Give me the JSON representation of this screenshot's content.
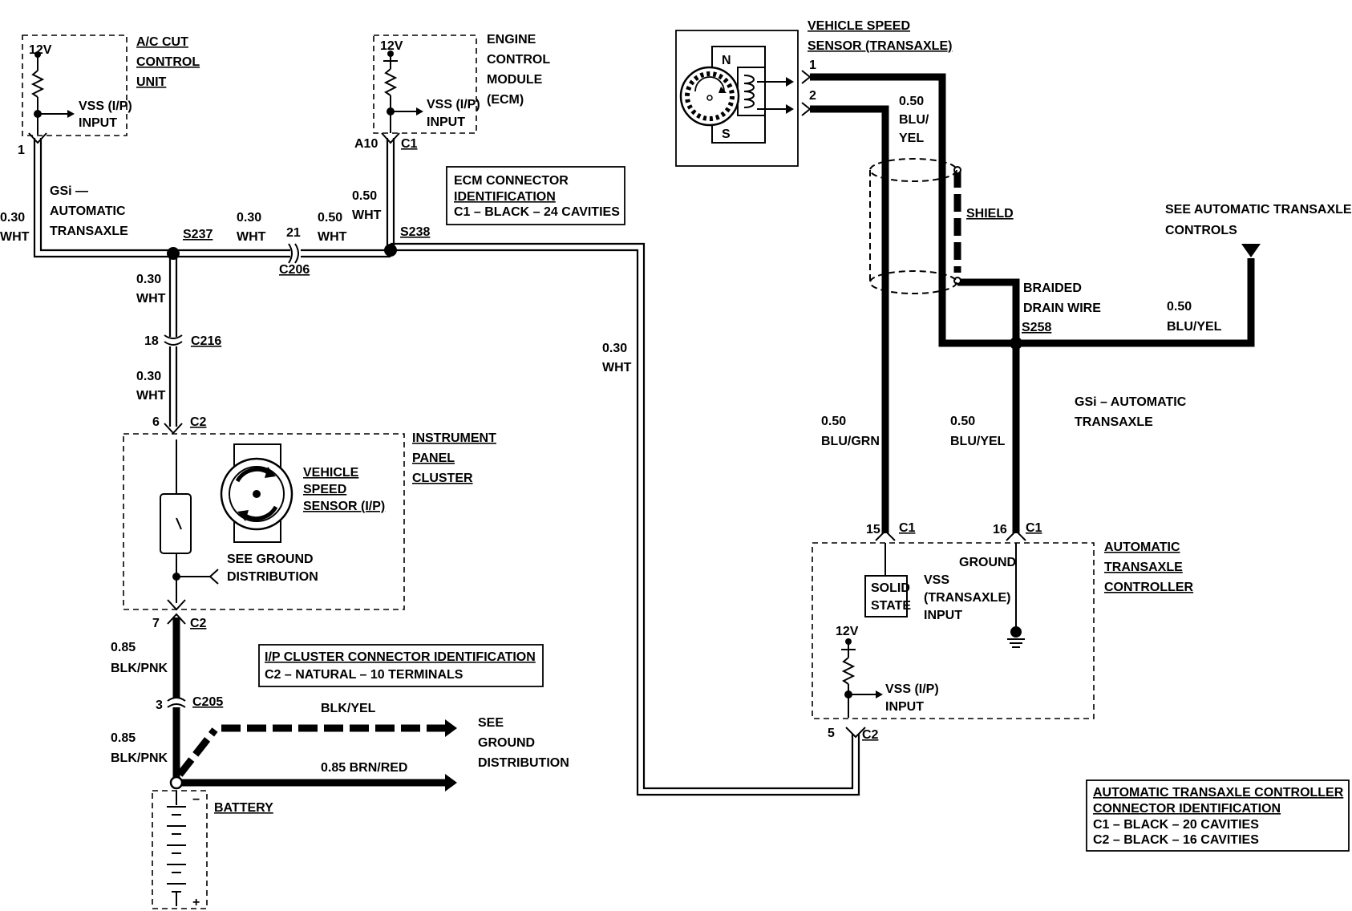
{
  "components": {
    "ac_cut": {
      "title": [
        "A/C CUT",
        "CONTROL",
        "UNIT"
      ],
      "v12": "12V",
      "input": [
        "VSS (I/P)",
        "INPUT"
      ],
      "pin": "1"
    },
    "ecm": {
      "title": [
        "ENGINE",
        "CONTROL",
        "MODULE",
        "(ECM)"
      ],
      "v12": "12V",
      "input": [
        "VSS (I/P)",
        "INPUT"
      ],
      "pin": "A10",
      "conn": "C1"
    },
    "vss_transaxle": {
      "title": [
        "VEHICLE SPEED",
        "SENSOR (TRANSAXLE)"
      ],
      "pin1": "1",
      "pin2": "2",
      "pole_n": "N",
      "pole_s": "S"
    },
    "cluster": {
      "title": [
        "INSTRUMENT",
        "PANEL",
        "CLUSTER"
      ],
      "sensor": [
        "VEHICLE",
        "SPEED",
        "SENSOR (I/P)"
      ],
      "ground": [
        "SEE GROUND",
        "DISTRIBUTION"
      ],
      "pin_top": "6",
      "conn_top": "C2",
      "pin_bot": "7",
      "conn_bot": "C2"
    },
    "controller": {
      "title": [
        "AUTOMATIC",
        "TRANSAXLE",
        "CONTROLLER"
      ],
      "solid_state": [
        "SOLID",
        "STATE"
      ],
      "vss_input": [
        "VSS",
        "(TRANSAXLE)",
        "INPUT"
      ],
      "ground": "GROUND",
      "v12": "12V",
      "ip_input": [
        "VSS (I/P)",
        "INPUT"
      ],
      "pin15": "15",
      "conn15": "C1",
      "pin16": "16",
      "conn16": "C1",
      "pin5": "5",
      "conn5": "C2"
    },
    "battery": {
      "label": "BATTERY",
      "minus": "−",
      "plus": "+"
    }
  },
  "wires": {
    "ac_wire": [
      "0.30",
      "WHT"
    ],
    "gsi_left": [
      "GSi —",
      "AUTOMATIC",
      "TRANSAXLE"
    ],
    "s237": "S237",
    "mid_030": [
      "0.30",
      "WHT"
    ],
    "c206_pin": "21",
    "c206": "C206",
    "mid_050": [
      "0.50",
      "WHT"
    ],
    "ecm_wire": [
      "0.50",
      "WHT"
    ],
    "s238": "S238",
    "down_030a": [
      "0.30",
      "WHT"
    ],
    "c216_pin": "18",
    "c216": "C216",
    "down_030b": [
      "0.30",
      "WHT"
    ],
    "long_030": [
      "0.30",
      "WHT"
    ],
    "blu_yel_top": [
      "0.50",
      "BLU/",
      "YEL"
    ],
    "shield": "SHIELD",
    "drain": [
      "BRAIDED",
      "DRAIN WIRE"
    ],
    "s258": "S258",
    "blu_yel_right": [
      "0.50",
      "BLU/YEL"
    ],
    "see_trans": [
      "SEE AUTOMATIC TRANSAXLE",
      "CONTROLS"
    ],
    "gsi_right": [
      "GSi – AUTOMATIC",
      "TRANSAXLE"
    ],
    "blu_grn": [
      "0.50",
      "BLU/GRN"
    ],
    "blu_yel_mid": [
      "0.50",
      "BLU/YEL"
    ],
    "blk_pnk_a": [
      "0.85",
      "BLK/PNK"
    ],
    "c205_pin": "3",
    "c205": "C205",
    "blk_pnk_b": [
      "0.85",
      "BLK/PNK"
    ],
    "blk_yel": "BLK/YEL",
    "brn_red": "0.85 BRN/RED",
    "see_ground": [
      "SEE",
      "GROUND",
      "DISTRIBUTION"
    ]
  },
  "boxes": {
    "ecm_conn": [
      "ECM CONNECTOR",
      "IDENTIFICATION",
      "C1 – BLACK – 24 CAVITIES"
    ],
    "ip_conn": [
      "I/P CLUSTER CONNECTOR IDENTIFICATION",
      "C2 – NATURAL – 10 TERMINALS"
    ],
    "atc_conn": [
      "AUTOMATIC TRANSAXLE CONTROLLER",
      "CONNECTOR IDENTIFICATION",
      "C1 – BLACK – 20 CAVITIES",
      "C2 – BLACK – 16 CAVITIES"
    ]
  }
}
